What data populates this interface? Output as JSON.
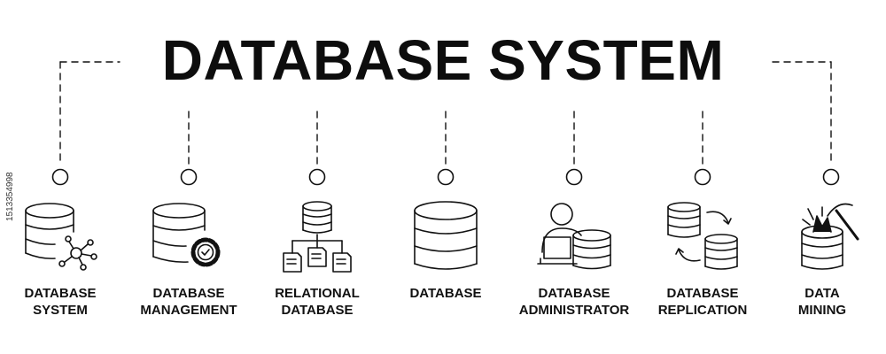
{
  "title": "DATABASE SYSTEM",
  "items": [
    {
      "line1": "DATABASE",
      "line2": "SYSTEM",
      "icon": "database-network-icon"
    },
    {
      "line1": "DATABASE",
      "line2": "MANAGEMENT",
      "icon": "database-gear-icon"
    },
    {
      "line1": "RELATIONAL",
      "line2": "DATABASE",
      "icon": "relational-database-icon"
    },
    {
      "line1": "DATABASE",
      "line2": "",
      "icon": "database-icon"
    },
    {
      "line1": "DATABASE",
      "line2": "ADMINISTRATOR",
      "icon": "database-administrator-icon"
    },
    {
      "line1": "DATABASE",
      "line2": "REPLICATION",
      "icon": "database-replication-icon"
    },
    {
      "line1": "DATA",
      "line2": "MINING",
      "icon": "data-mining-icon"
    }
  ],
  "watermark": "1513354998",
  "colors": {
    "stroke": "#111111",
    "background": "#ffffff"
  }
}
